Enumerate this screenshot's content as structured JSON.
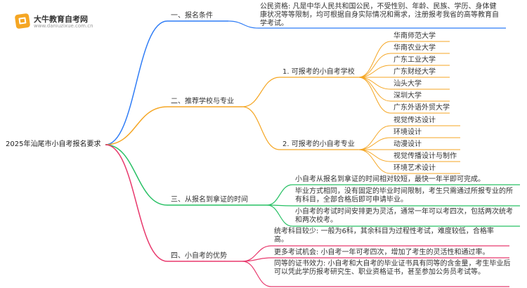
{
  "logo": {
    "name": "大牛教育自考网",
    "url": "www.daniuzixue.com.cn"
  },
  "colors": {
    "branch1": "#2e7cf6",
    "branch2": "#f5a623",
    "branch3": "#27c064",
    "branch4": "#e8396d"
  },
  "root": "2025年汕尾市小自考报名要求",
  "branches": [
    {
      "label": "一、报名条件",
      "leaves": [
        "公民资格: 凡是中华人民共和国公民，不受性别、年龄、民族、学历、身体健康状况等等限制，均可根据自身实际情况和需求，注册报考我省的高等教育自学考试。"
      ]
    },
    {
      "label": "二、推荐学校与专业",
      "subs": [
        {
          "label": "1. 可报考的小自考学校",
          "items": [
            "华南师范大学",
            "华南农业大学",
            "广东工业大学",
            "广东财经大学",
            "汕头大学",
            "深圳大学",
            "广东外语外贸大学"
          ]
        },
        {
          "label": "2. 可报考的小自考专业",
          "items": [
            "视觉传达设计",
            "环境设计",
            "动漫设计",
            "视觉传播设计与制作",
            "环境艺术设计"
          ]
        }
      ]
    },
    {
      "label": "三、从报名到拿证的时间",
      "leaves": [
        "小自考从报名到拿证的时间相对较短，最快一年半即可完成。",
        "毕业方式相同，没有固定的毕业时间限制，考生只需通过所报专业的所有科目，全部合格后即可申请毕业。",
        "小自考的考试时间安排更为灵活，通常一年可以考四次，包括两次统考和两次校考。"
      ]
    },
    {
      "label": "四、小自考的优势",
      "leaves": [
        "统考科目较少: 一般为6科，其余科目为过程性考试，难度较低，合格率高。",
        "更多考试机会: 小自考一年可考四次，增加了考生的灵活性和通过率。",
        "同等的证书效力: 小自考和大自考的毕业证书具有同等的含金量，考生毕业后可以凭此学历报考研究生、职业资格证书，甚至参加公务员考试等。"
      ]
    }
  ]
}
